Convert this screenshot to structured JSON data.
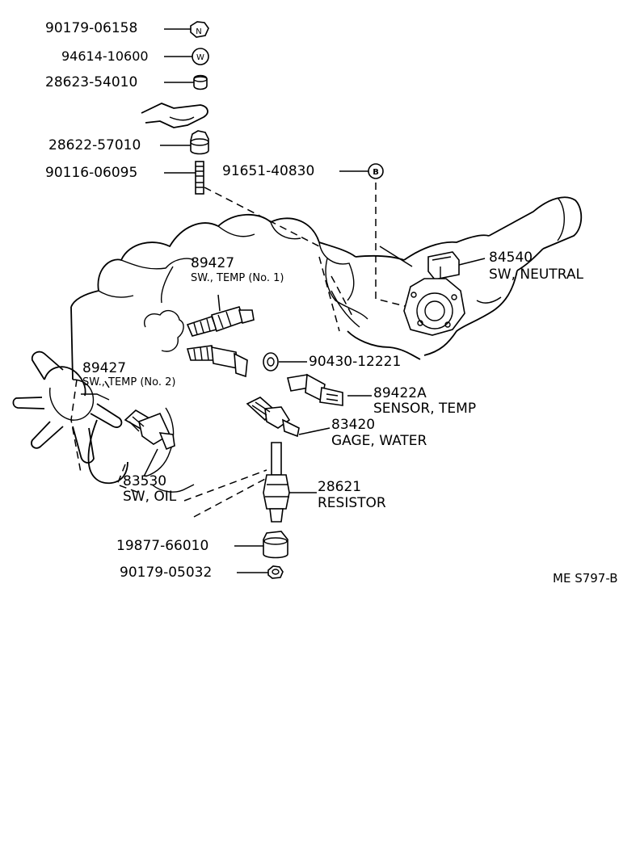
{
  "parts": [
    {
      "id": "p1",
      "number": "90179-06158"
    },
    {
      "id": "p2",
      "number": "94614-10600"
    },
    {
      "id": "p3",
      "number": "28623-54010"
    },
    {
      "id": "p4",
      "number": "28622-57010"
    },
    {
      "id": "p5",
      "number": "90116-06095"
    },
    {
      "id": "p6",
      "number": "91651-40830",
      "callout_letter": "B"
    },
    {
      "id": "p7",
      "number": "84540",
      "description": "SW, NEUTRAL"
    },
    {
      "id": "p8",
      "number": "89427",
      "description": "SW., TEMP (No. 1)"
    },
    {
      "id": "p9",
      "number": "90430-12221"
    },
    {
      "id": "p10",
      "number": "89427",
      "description": "SW., TEMP (No. 2)"
    },
    {
      "id": "p11",
      "number": "89422A",
      "description": "SENSOR, TEMP"
    },
    {
      "id": "p12",
      "number": "83420",
      "description": "GAGE, WATER"
    },
    {
      "id": "p13",
      "number": "83530",
      "description": "SW, OIL"
    },
    {
      "id": "p14",
      "number": "28621",
      "description": "RESISTOR"
    },
    {
      "id": "p15",
      "number": "19877-66010"
    },
    {
      "id": "p16",
      "number": "90179-05032"
    }
  ],
  "nut_mark": "N",
  "washer_mark": "W",
  "figure_ref": "ME S797-B"
}
